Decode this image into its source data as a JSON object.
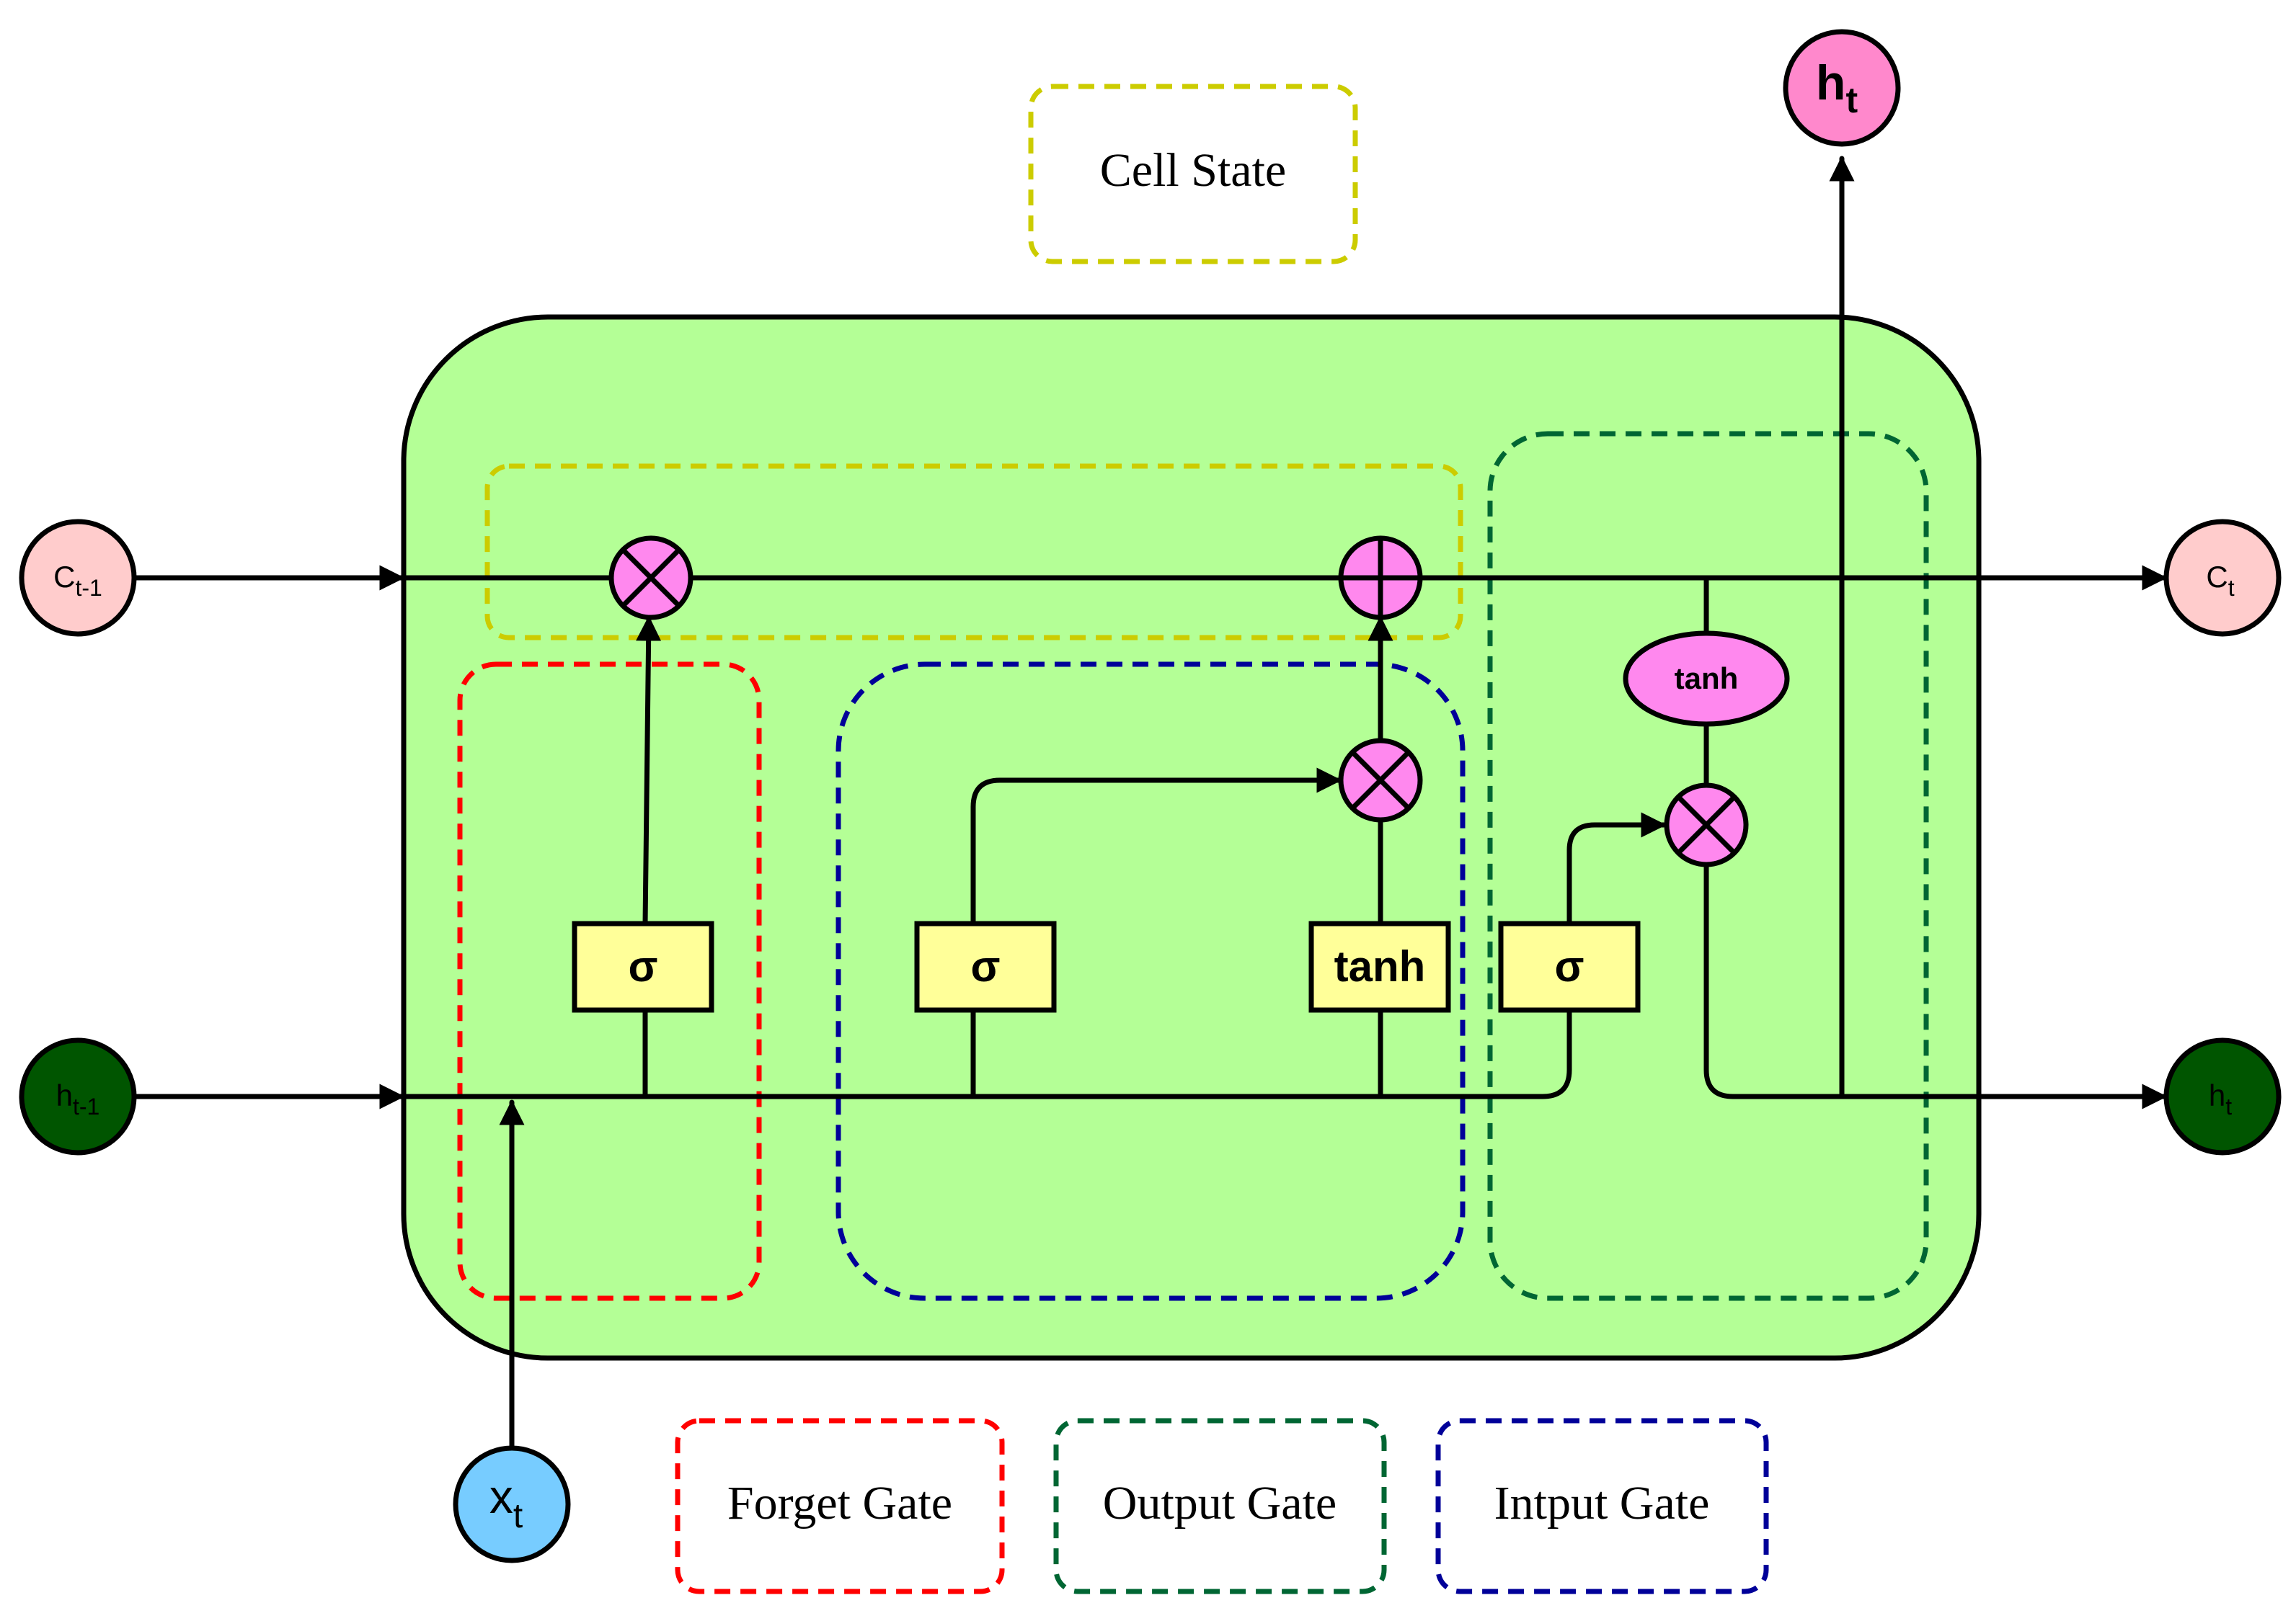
{
  "legend": {
    "cell_state": "Cell State",
    "forget_gate": "Forget Gate",
    "output_gate": "Output Gate",
    "input_gate": "Intput Gate"
  },
  "nodes": {
    "c_prev": {
      "base": "C",
      "sub": "t-1"
    },
    "h_prev": {
      "base": "h",
      "sub": "t-1"
    },
    "x_t": {
      "base": "x",
      "sub": "t"
    },
    "c_t": {
      "base": "C",
      "sub": "t"
    },
    "h_t_right": {
      "base": "h",
      "sub": "t"
    },
    "h_t_top": {
      "base": "h",
      "sub": "t"
    }
  },
  "blocks": {
    "forget_sigma": "σ",
    "input_sigma": "σ",
    "input_tanh": "tanh",
    "output_sigma": "σ",
    "output_tanh": "tanh"
  },
  "colors": {
    "cell_fill": "#b4ff96",
    "cell_state_border": "#cccc00",
    "forget_border": "#ff0000",
    "input_border": "#000099",
    "output_border": "#006633",
    "gate_box_fill": "#ffff99",
    "op_fill": "#ff88ee",
    "c_node_fill": "#ffcccc",
    "h_node_fill": "#005500",
    "x_node_fill": "#77ccff",
    "ht_top_fill": "#ff88cc"
  }
}
